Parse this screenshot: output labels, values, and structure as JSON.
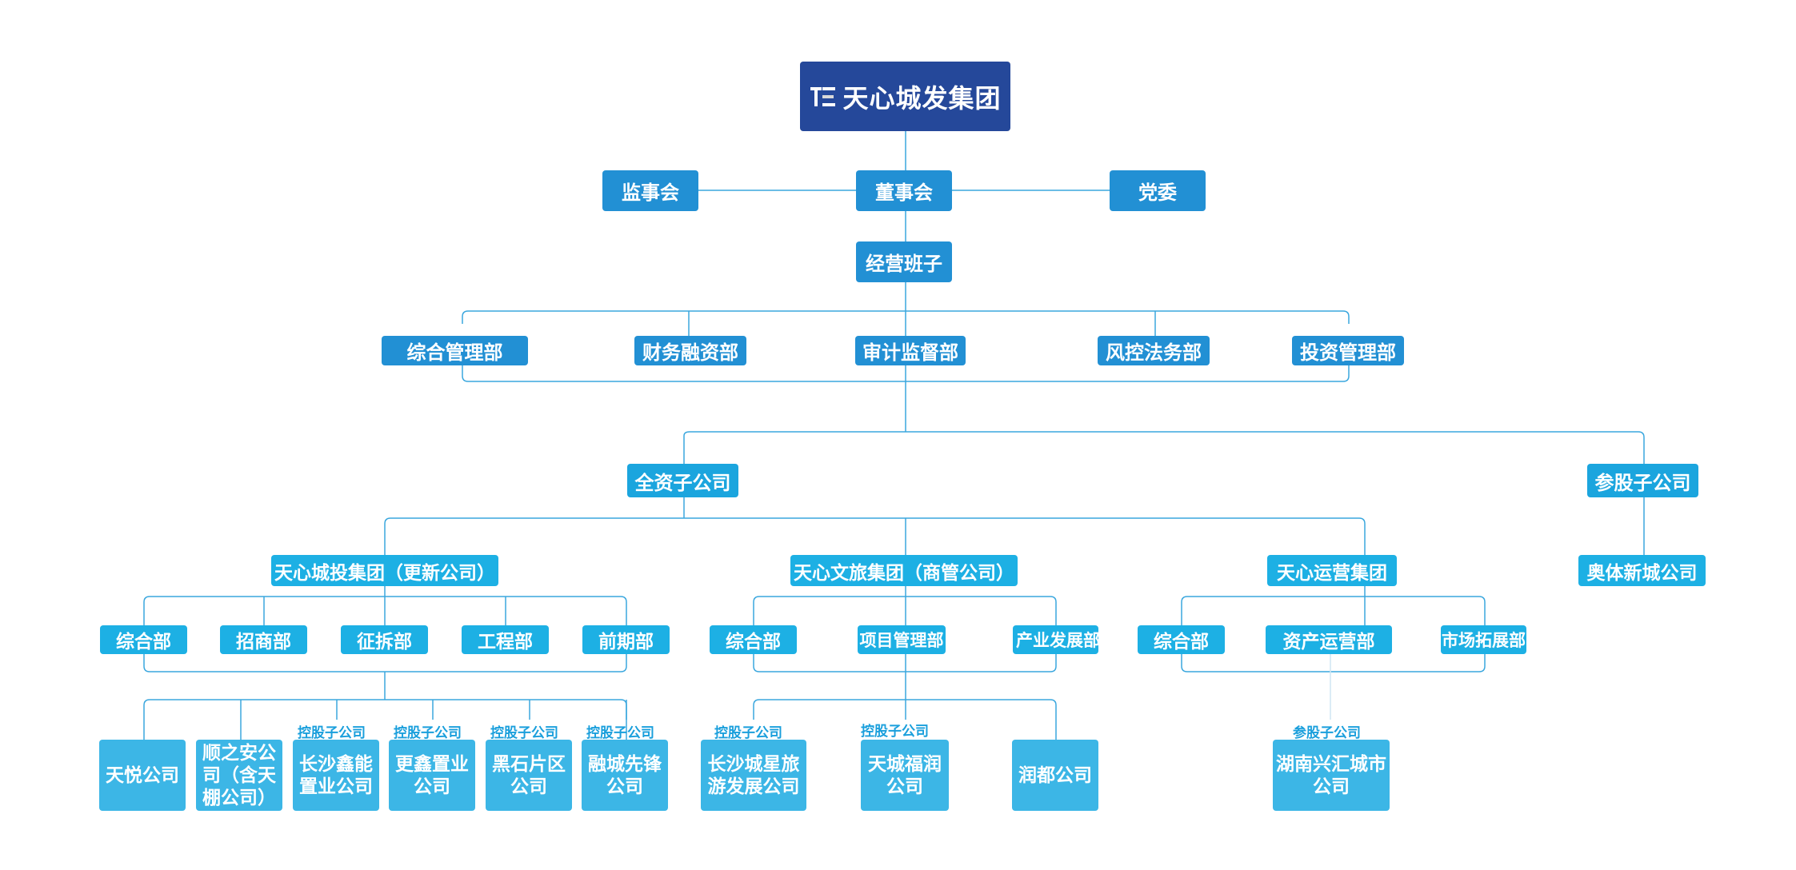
{
  "logo": {
    "mark": "TE",
    "name": "天心城发集团"
  },
  "governance": {
    "supervisory": "监事会",
    "board": "董事会",
    "party": "党委",
    "management": "经营班子"
  },
  "departments": [
    "综合管理部",
    "财务融资部",
    "审计监督部",
    "风控法务部",
    "投资管理部"
  ],
  "subsidiaries": {
    "wholly_owned": "全资子公司",
    "shareholding": "参股子公司"
  },
  "groups": {
    "chengtou": {
      "name": "天心城投集团（更新公司）",
      "depts": [
        "综合部",
        "招商部",
        "征拆部",
        "工程部",
        "前期部"
      ]
    },
    "wenlv": {
      "name": "天心文旅集团（商管公司）",
      "depts": [
        "综合部",
        "项目管理部",
        "产业发展部"
      ]
    },
    "yunying": {
      "name": "天心运营集团",
      "depts": [
        "综合部",
        "资产运营部",
        "市场拓展部"
      ]
    },
    "aoti": {
      "name": "奥体新城公司"
    }
  },
  "tags": {
    "holding": "控股子公司",
    "shareholding": "参股子公司"
  },
  "companies": [
    "天悦公司",
    "顺之安公司（含天棚公司）",
    "长沙鑫能置业公司",
    "更鑫置业公司",
    "黑石片区公司",
    "融城先锋公司",
    "长沙城星旅游发展公司",
    "天城福润公司",
    "润都公司",
    "湖南兴汇城市公司"
  ],
  "colors": {
    "logo_bg": "#25489a",
    "primary": "#2290d4",
    "secondary": "#1ba5de",
    "tertiary": "#1db0e4",
    "leaf": "#3cb6e6",
    "line": "#3aa7de",
    "tag_text": "#1a9fdc"
  }
}
